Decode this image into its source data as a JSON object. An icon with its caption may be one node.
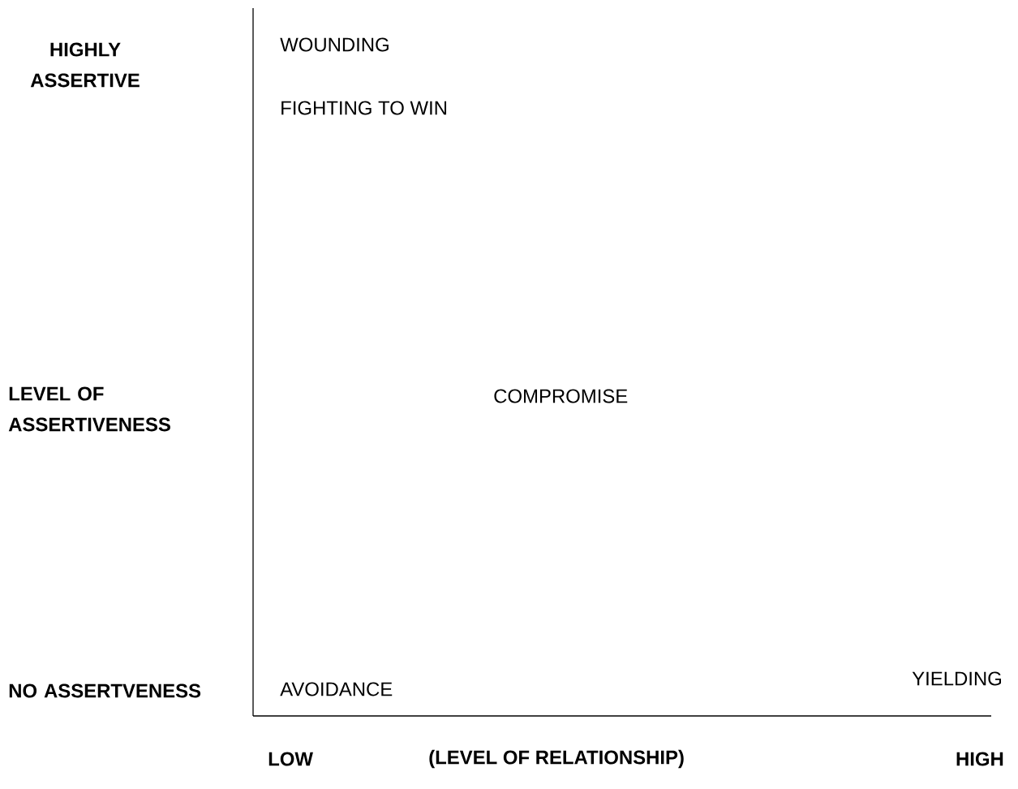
{
  "diagram": {
    "labels": [
      "HIGHLY ASSERTIVE",
      "WOUNDING",
      "FIGHTING TO WIN",
      "LEVEL OF ASSERTIVENESS",
      "COMPROMISE",
      "NO ASSERTVENESS",
      "YIELDING",
      "AVOIDANCE",
      "LOW",
      "(LEVEL OF RELATIONSHIP)",
      "HIGH"
    ]
  }
}
